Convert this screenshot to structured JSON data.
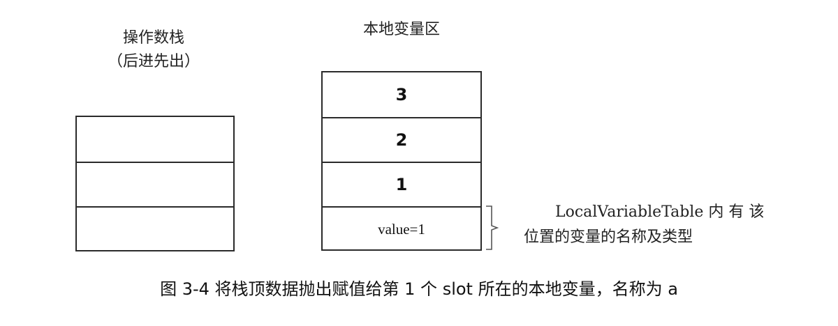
{
  "operand_stack": {
    "title": "操作数栈",
    "subtitle": "（后进先出）",
    "cells": [
      "",
      "",
      ""
    ]
  },
  "local_variables": {
    "title": "本地变量区",
    "slots": [
      {
        "text": "3"
      },
      {
        "text": "2"
      },
      {
        "text": "1"
      },
      {
        "text": "value=1"
      }
    ]
  },
  "annotation": {
    "line1": "LocalVariableTable  内 有 该",
    "line2": "位置的变量的名称及类型"
  },
  "caption": "图 3-4    将栈顶数据抛出赋值给第 1 个 slot 所在的本地变量，名称为 a"
}
